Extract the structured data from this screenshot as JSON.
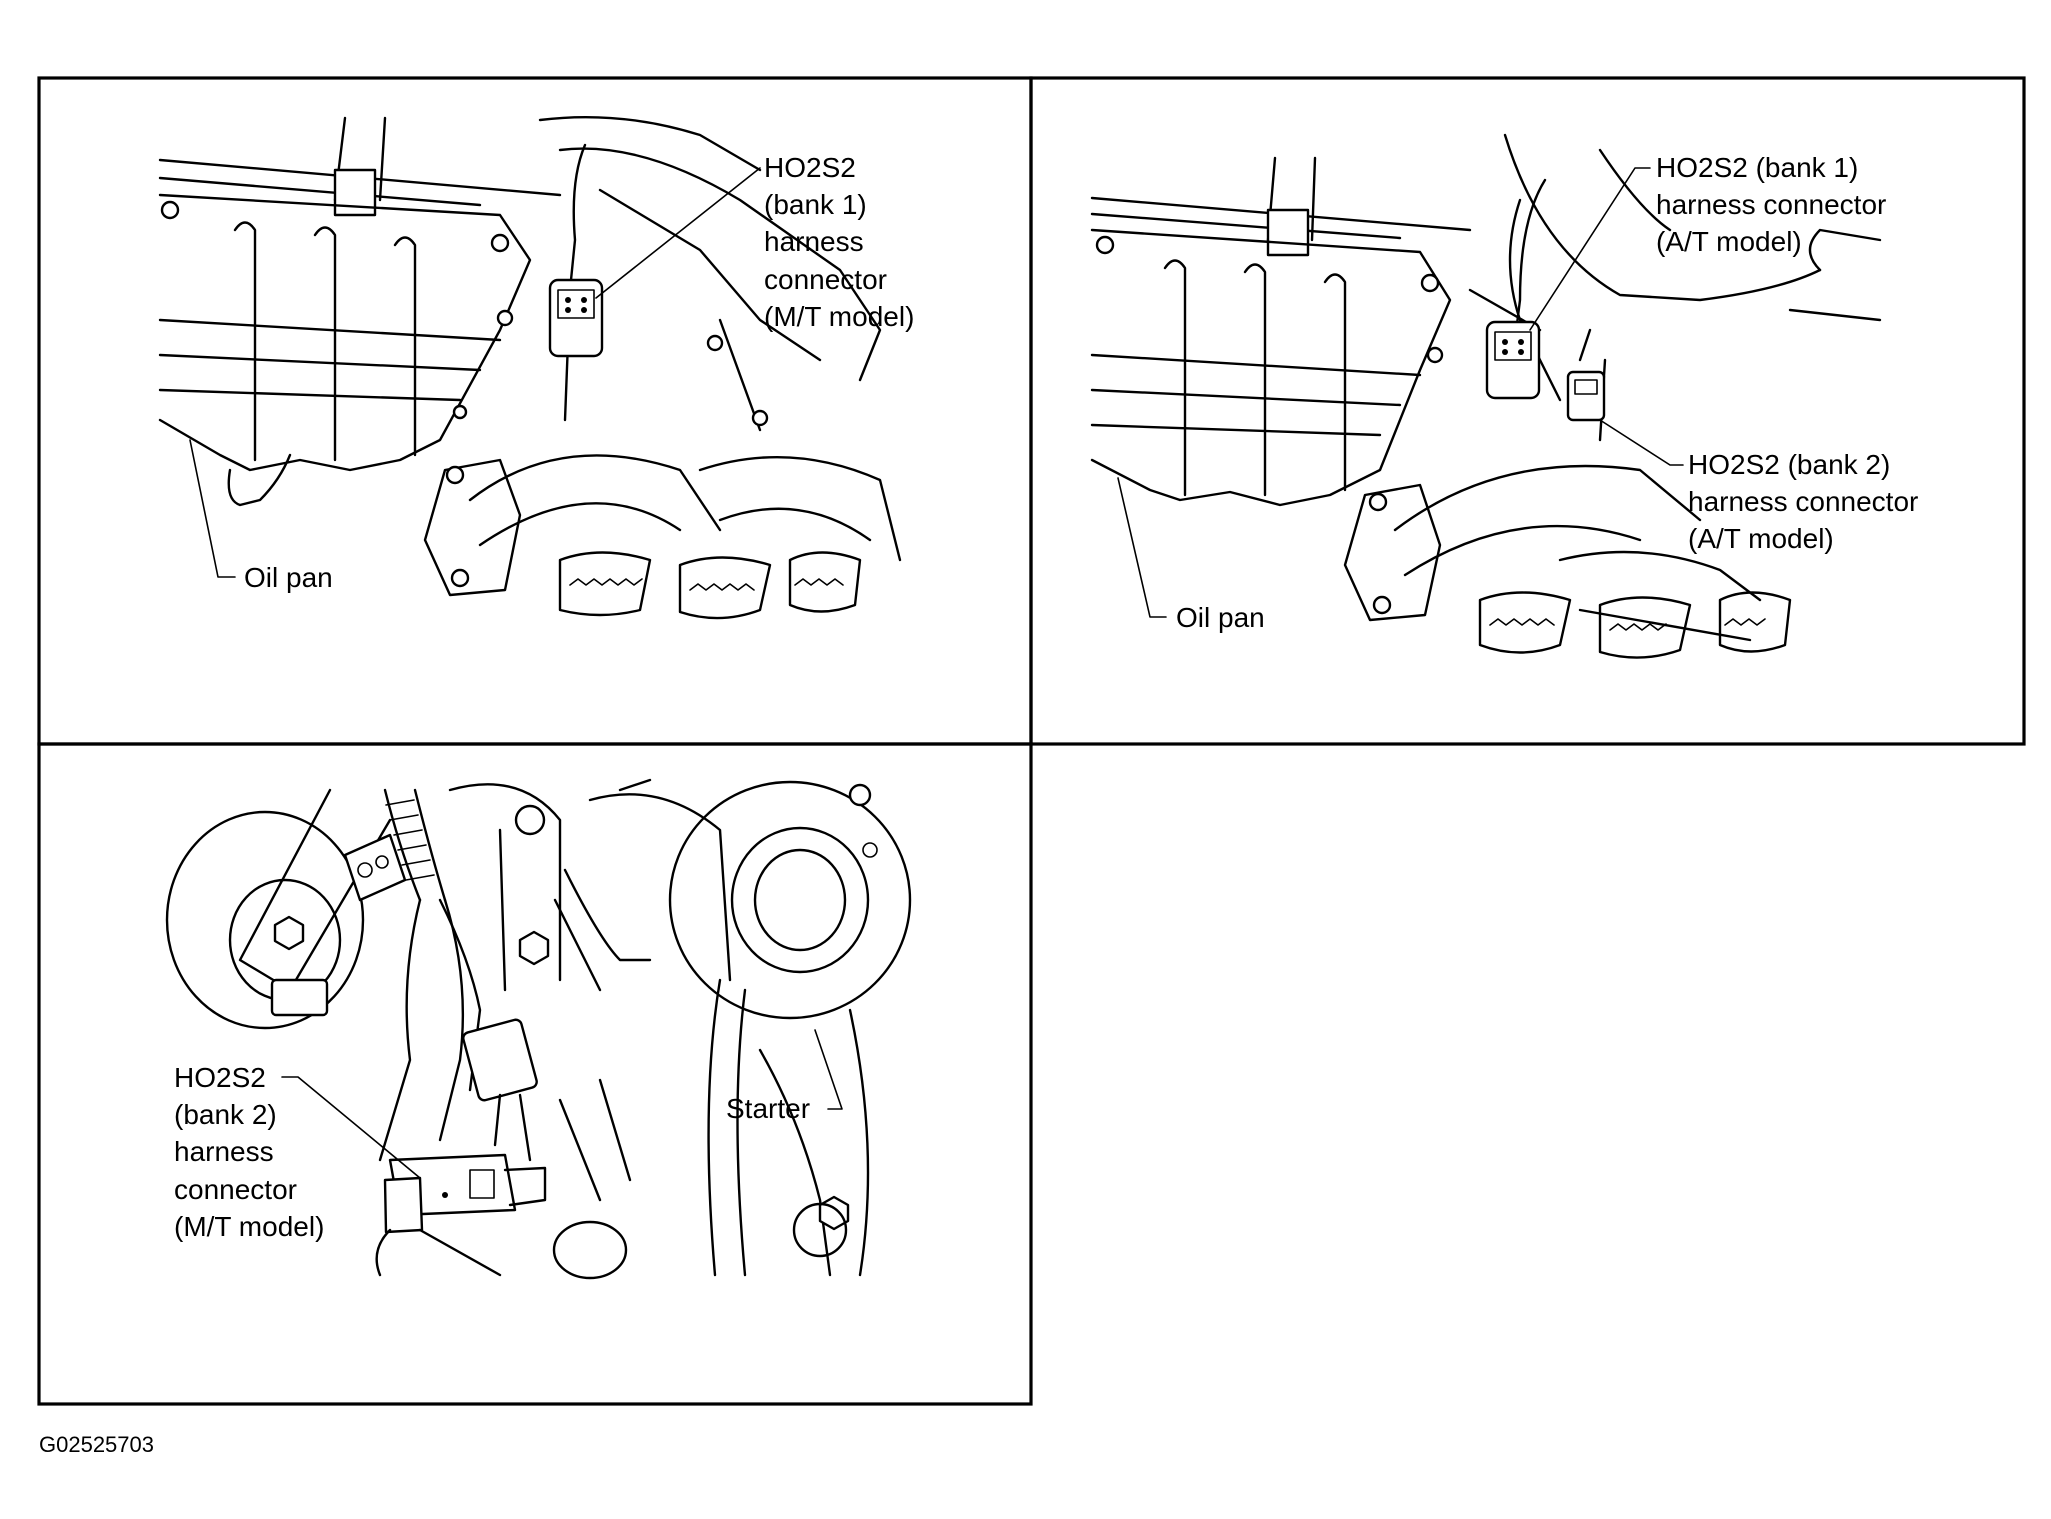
{
  "panels": {
    "top_left": {
      "callout_connector": [
        "HO2S2",
        "(bank 1)",
        "harness",
        "connector",
        "(M/T model)"
      ],
      "callout_oil_pan": "Oil pan"
    },
    "top_right": {
      "callout_bank1": [
        "HO2S2 (bank 1)",
        "harness connector",
        "(A/T model)"
      ],
      "callout_bank2": [
        "HO2S2 (bank 2)",
        "harness connector",
        "(A/T model)"
      ],
      "callout_oil_pan": "Oil pan"
    },
    "bottom_left": {
      "callout_connector": [
        "HO2S2",
        "(bank 2)",
        "harness",
        "connector",
        "(M/T model)"
      ],
      "callout_starter": "Starter"
    }
  },
  "figure_code": "G02525703"
}
